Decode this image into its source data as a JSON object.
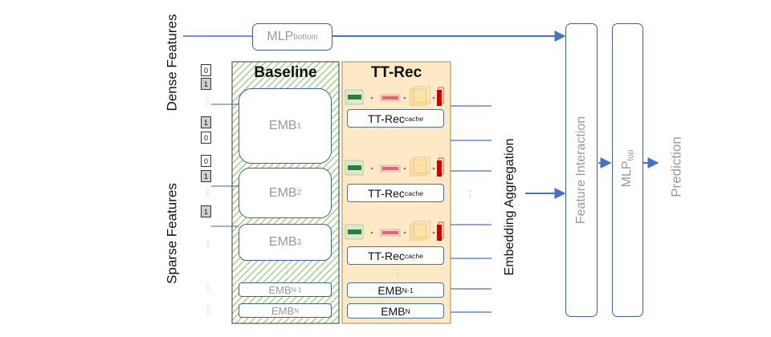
{
  "labels": {
    "dense_features": "Dense Features",
    "sparse_features": "Sparse Features",
    "baseline": "Baseline",
    "tt_rec": "TT-Rec",
    "embedding_aggregation": "Embedding Aggregation",
    "feature_interaction": "Feature Interaction",
    "prediction": "Prediction",
    "ellipsis": "⋮"
  },
  "mlp_bottom": {
    "main": "MLP",
    "sub": "bottom"
  },
  "mlp_top": {
    "main": "MLP",
    "sub": "top"
  },
  "baseline_embs": [
    {
      "main": "EMB",
      "sub": "1"
    },
    {
      "main": "EMB",
      "sub": "2"
    },
    {
      "main": "EMB",
      "sub": "3"
    },
    {
      "main": "EMB",
      "sub": "N-1"
    },
    {
      "main": "EMB",
      "sub": "N"
    }
  ],
  "tt_cache": {
    "main": "TT-Rec",
    "sub": "cache"
  },
  "tt_embs": [
    {
      "main": "EMB",
      "sub": "N-1"
    },
    {
      "main": "EMB",
      "sub": "N"
    }
  ],
  "bits": [
    "0",
    "1",
    "1",
    "0",
    "0",
    "1",
    "1"
  ],
  "colors": {
    "arrow": "#4472c4",
    "box_border": "#41628f",
    "baseline_hatch": "#8dc96b",
    "ttrec_fill": "#fde9c6",
    "ttrec_border": "#a98a52",
    "label_gray": "#9a9a9a"
  }
}
